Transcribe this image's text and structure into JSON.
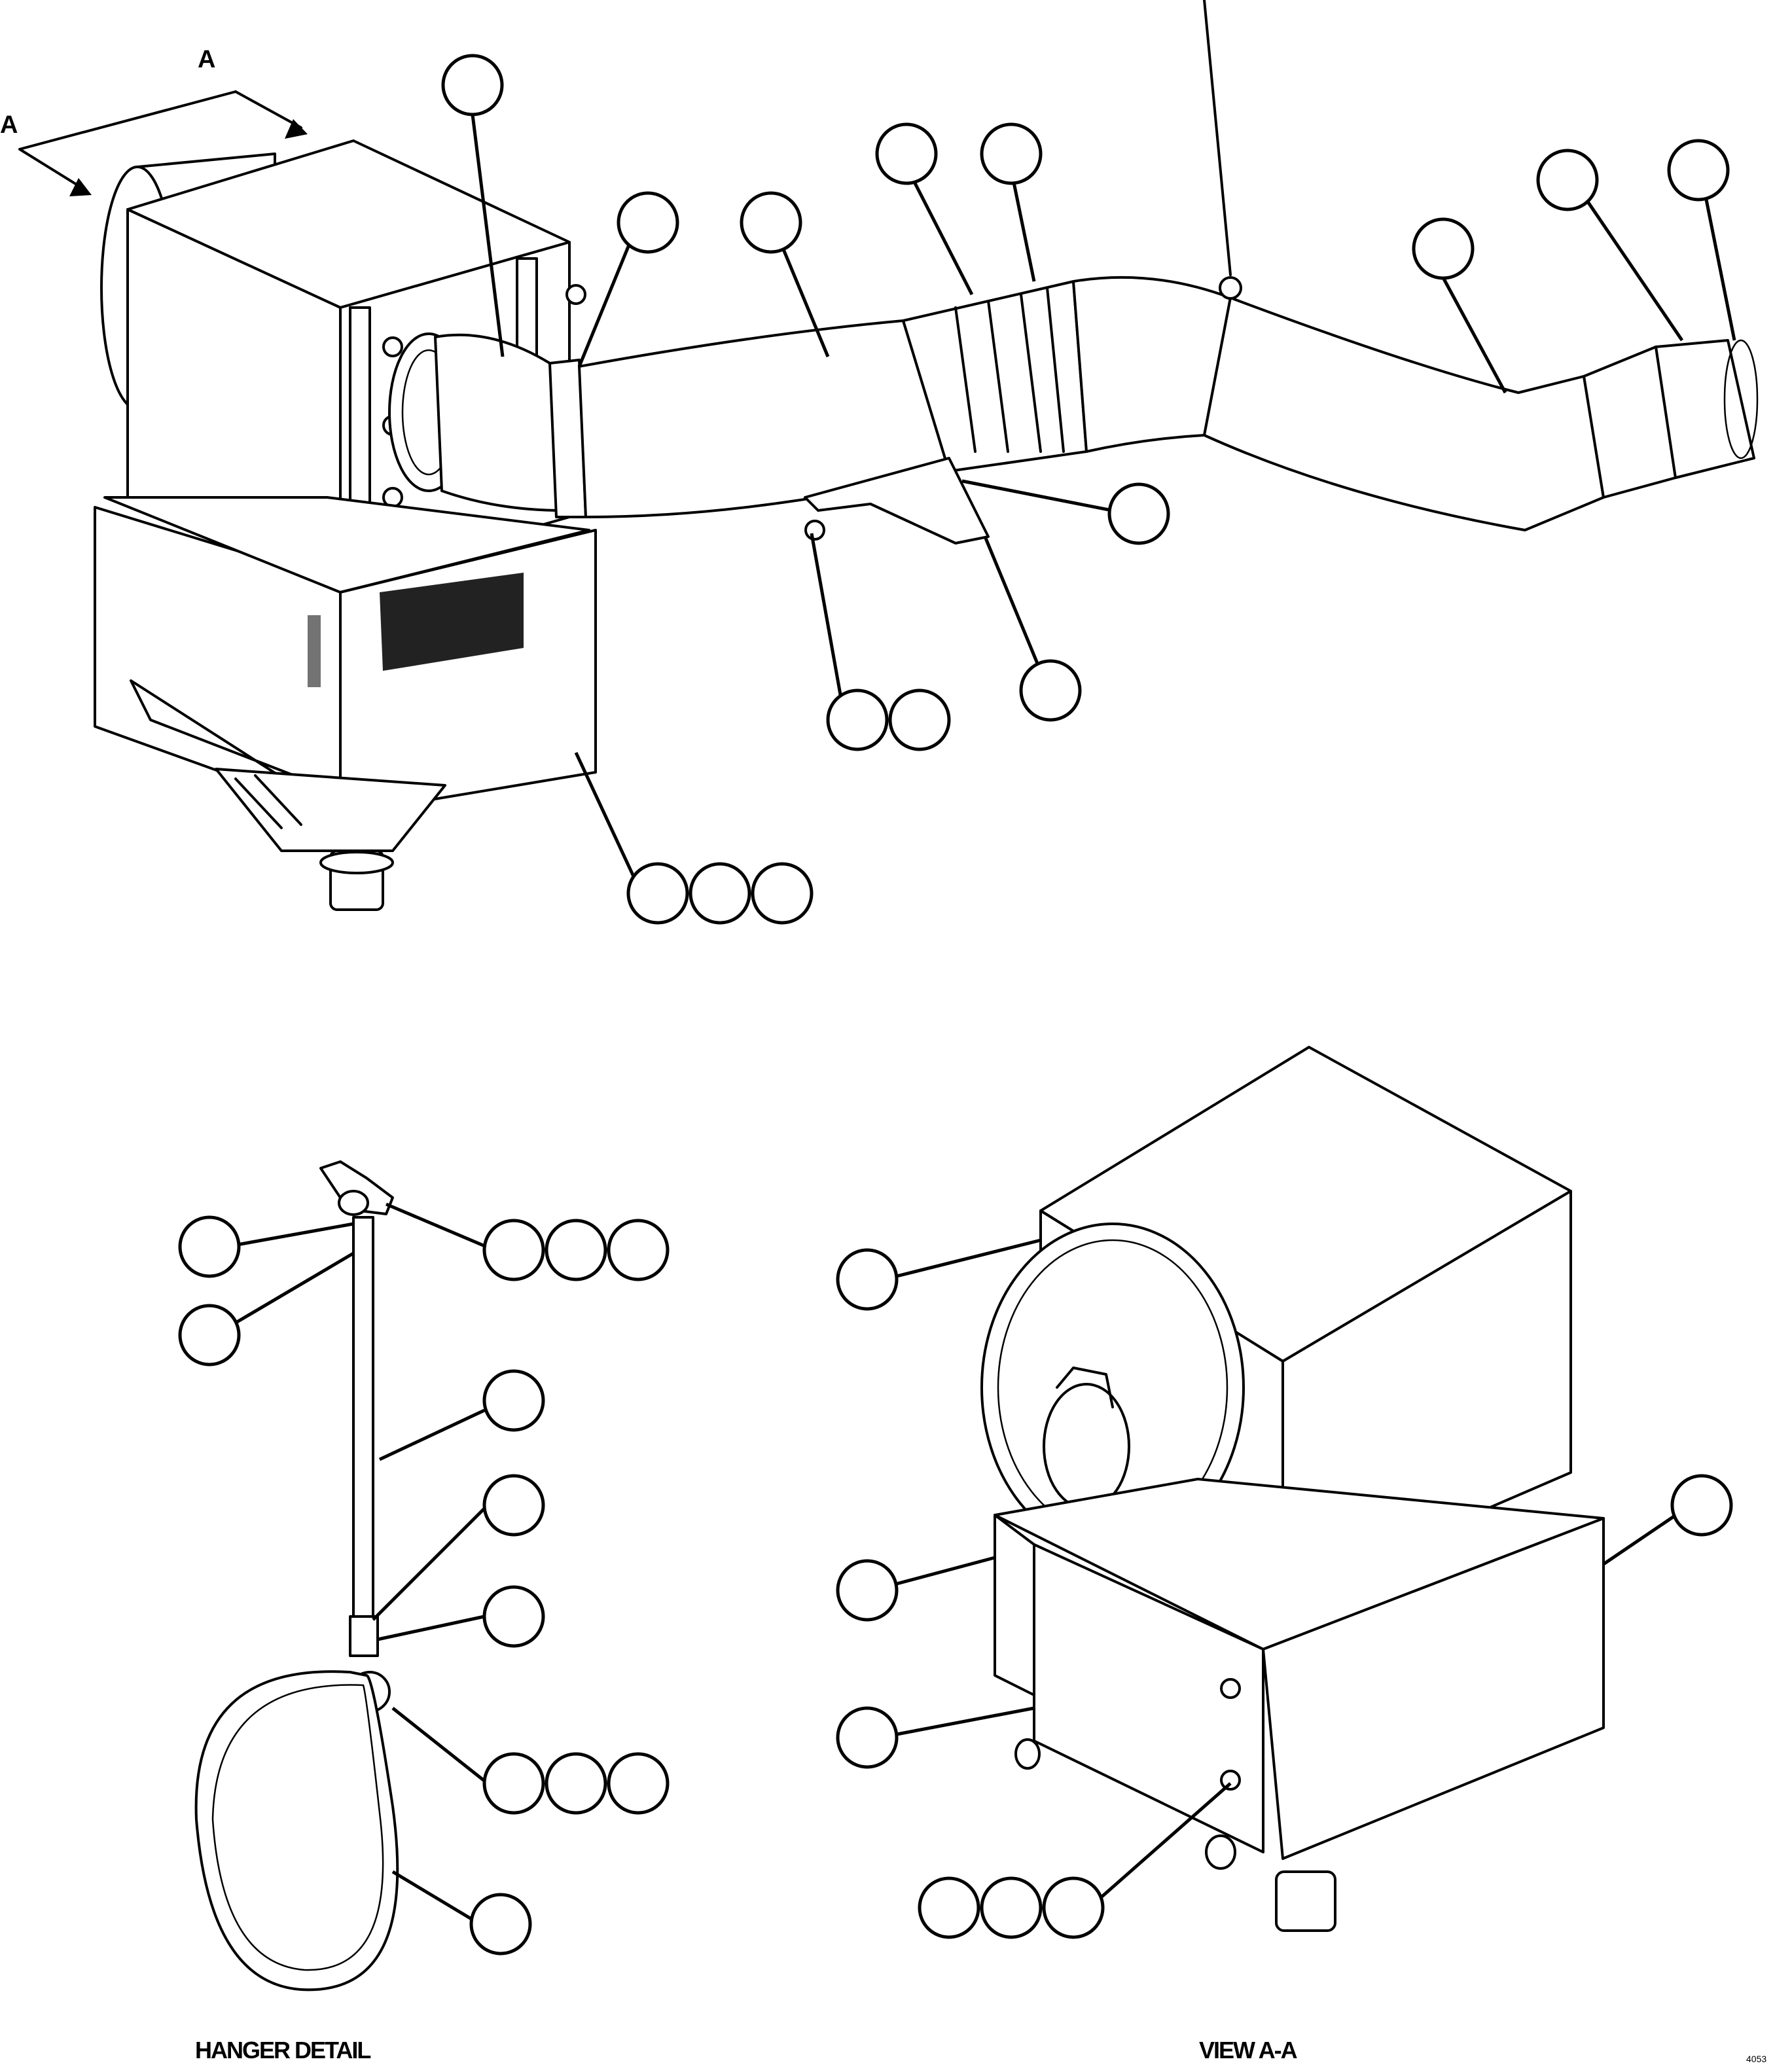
{
  "labels": {
    "view_arrow_a_top": "A",
    "view_arrow_a_left": "A",
    "hanger_detail": "HANGER DETAIL",
    "view_aa": "VIEW A-A",
    "drawing_code": "4053"
  },
  "callouts": {
    "balloon_text": ""
  }
}
